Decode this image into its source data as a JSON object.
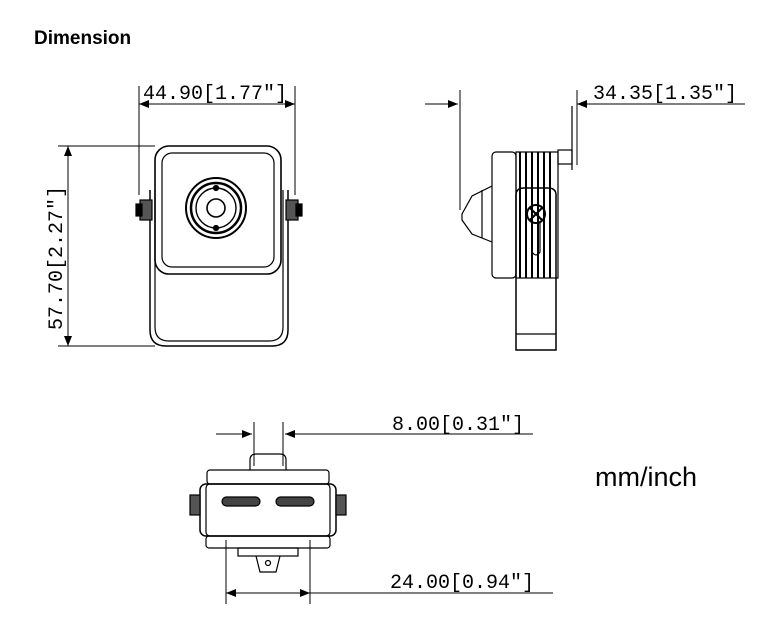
{
  "title": "Dimension",
  "units_note": "mm/inch",
  "views": {
    "front": {
      "width_label": "44.90[1.77\"]",
      "height_label": "57.70[2.27\"]"
    },
    "side": {
      "depth_label": "34.35[1.35\"]"
    },
    "bottom": {
      "slot_label": "8.00[0.31\"]",
      "lens_label": "24.00[0.94\"]"
    }
  }
}
